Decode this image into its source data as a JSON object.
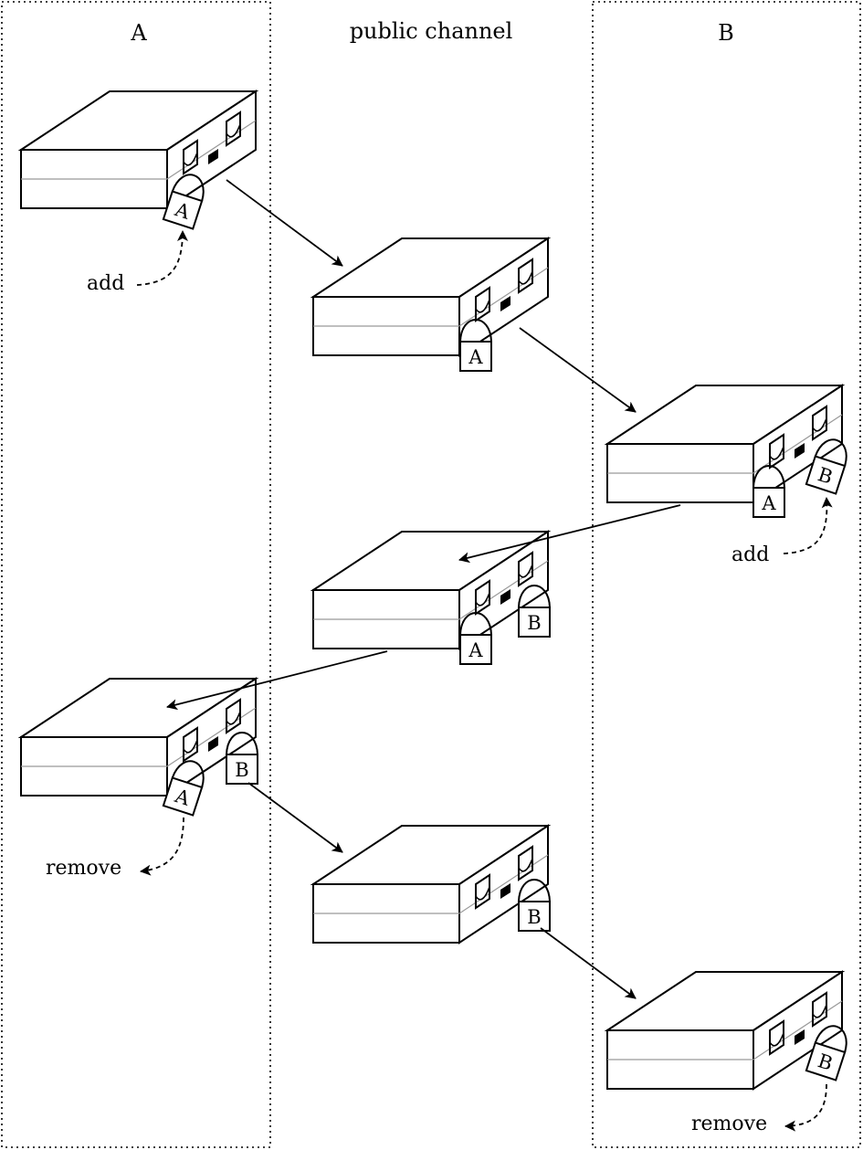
{
  "columns": {
    "a_title": "A",
    "channel_title": "public channel",
    "b_title": "B"
  },
  "annotations": {
    "add_a": "add",
    "add_b": "add",
    "remove_a": "remove",
    "remove_b": "remove"
  },
  "locks": {
    "a": "A",
    "b": "B"
  },
  "colors": {
    "stroke": "#000000",
    "shelf_line": "#999999",
    "background": "#ffffff"
  },
  "icons": [
    "locked-box-icon",
    "padlock-icon",
    "arrow-icon"
  ]
}
